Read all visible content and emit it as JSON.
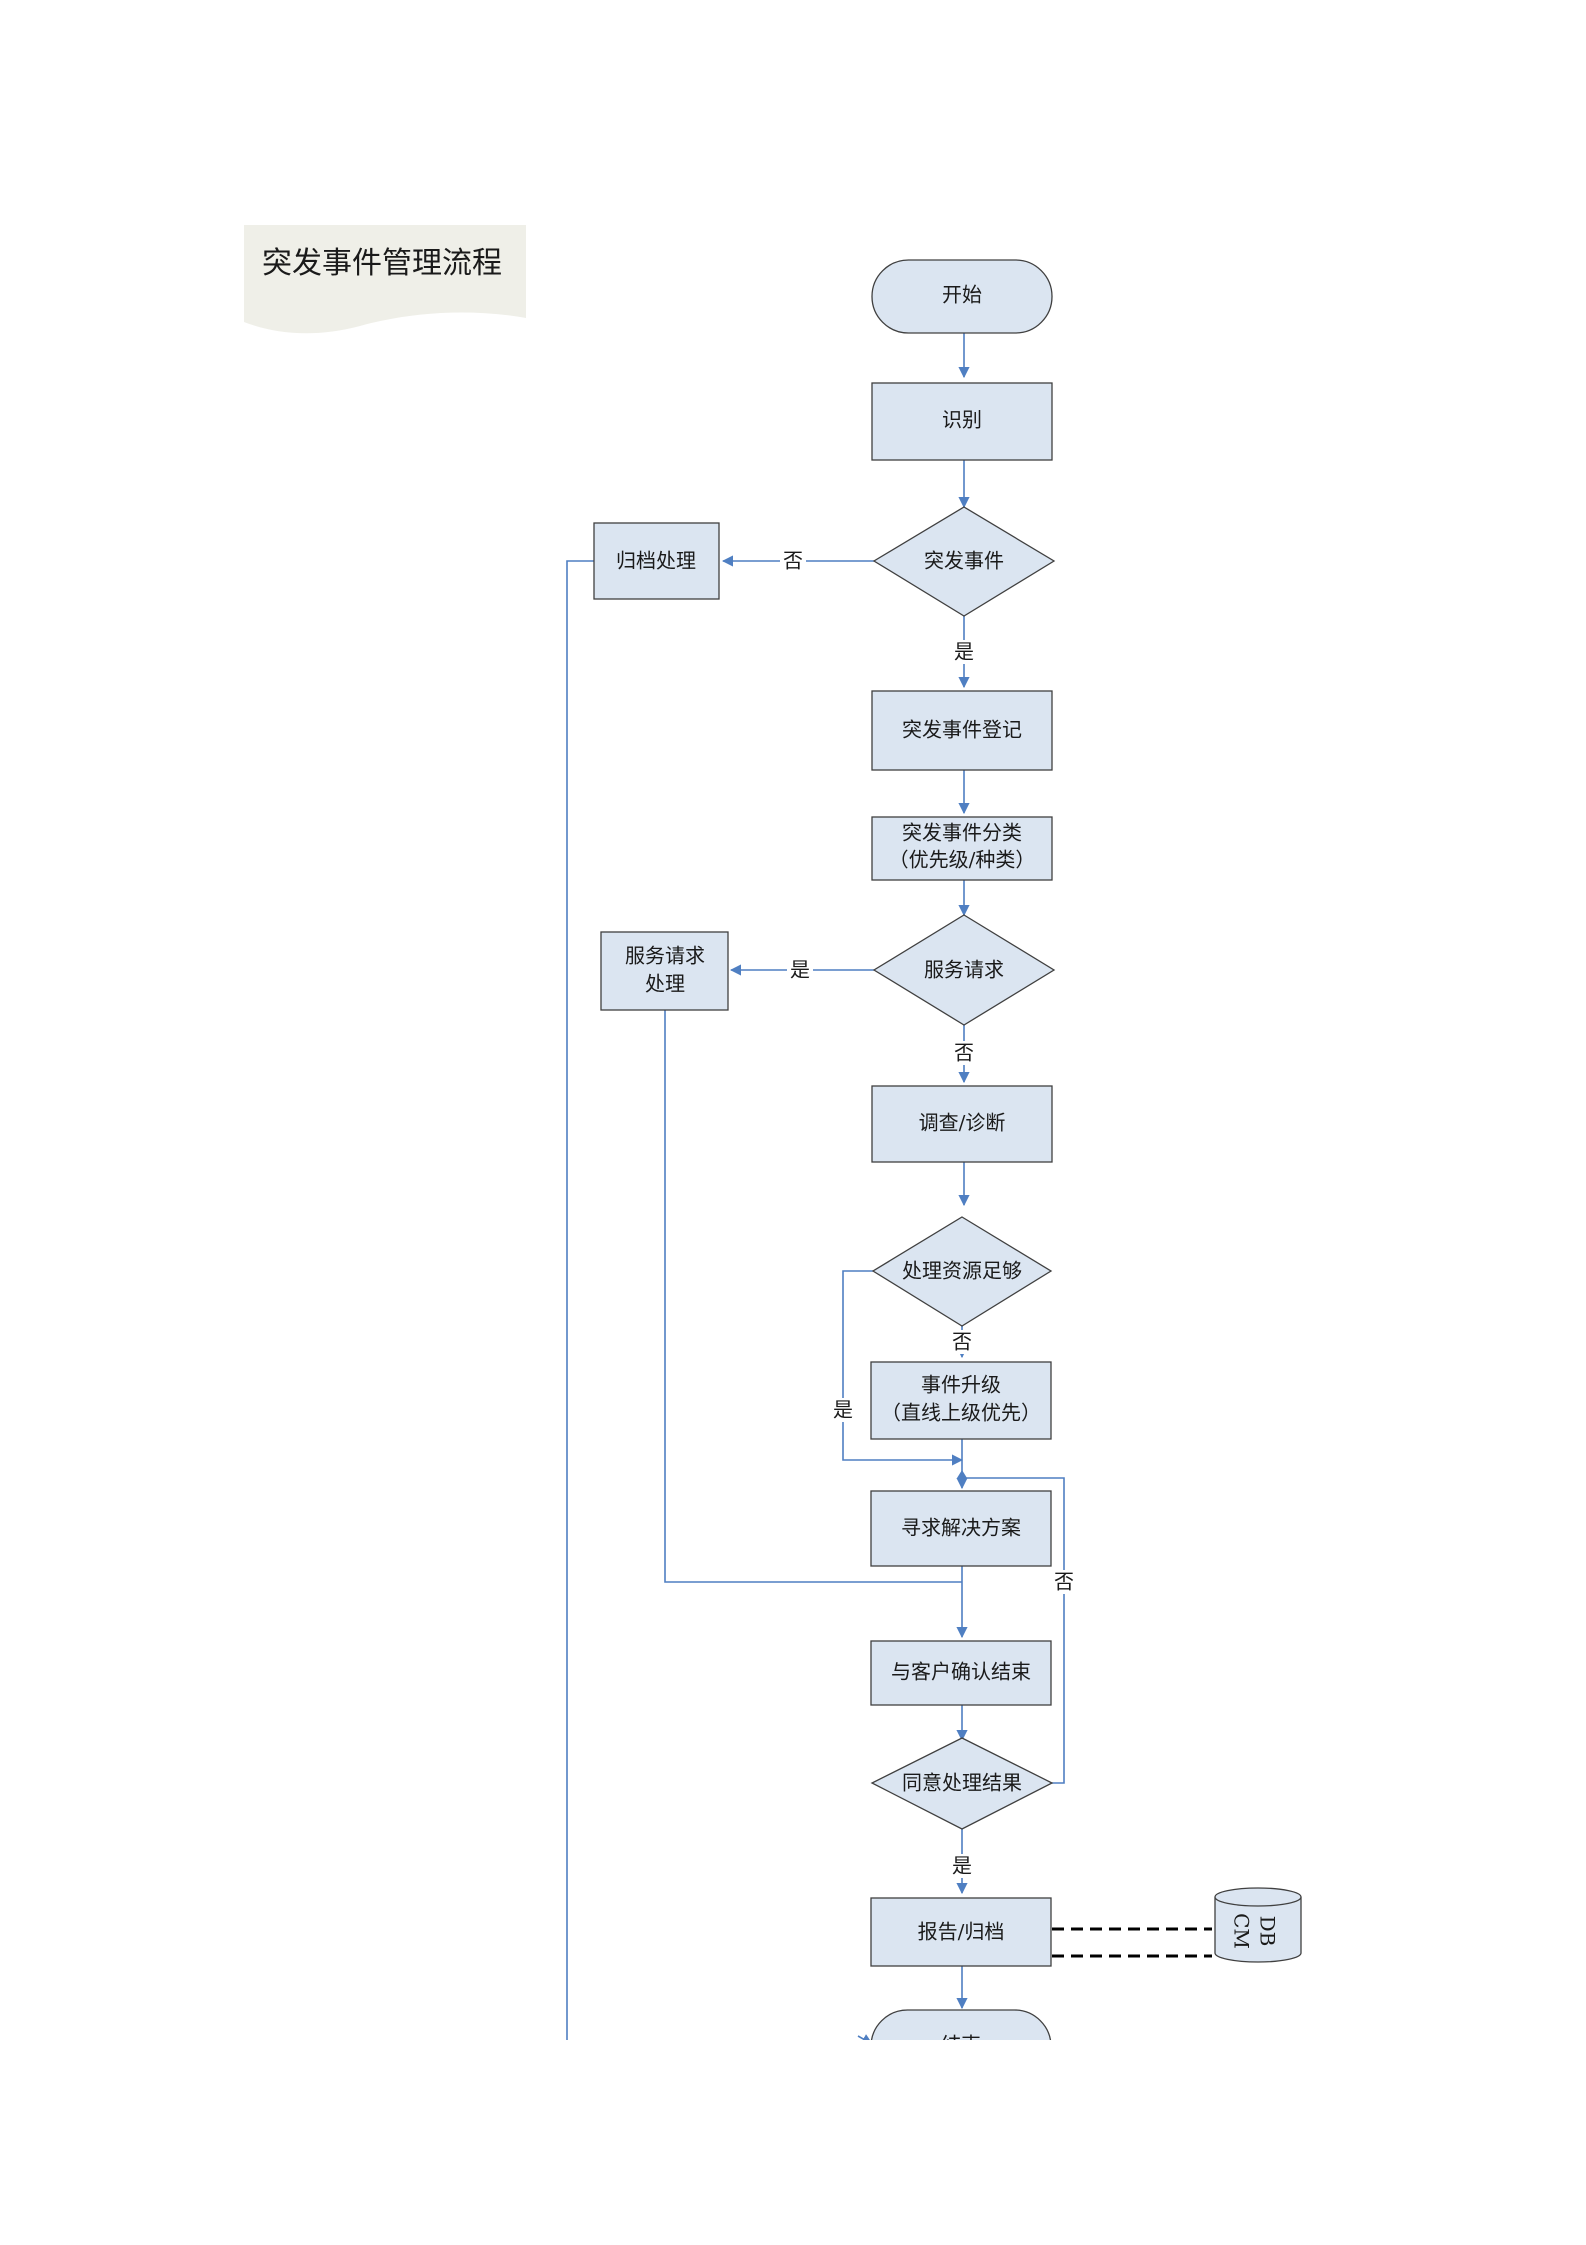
{
  "title": "突发事件管理流程",
  "colors": {
    "node_fill": "#dbe5f1",
    "node_border": "#404040",
    "connector": "#4f7fc2",
    "title_banner": "#efefe8"
  },
  "nodes": {
    "start": "开始",
    "identify": "识别",
    "is_incident": "突发事件",
    "archive_handling": "归档处理",
    "register": "突发事件登记",
    "classify": [
      "突发事件分类",
      "（优先级/种类）"
    ],
    "is_service_request": "服务请求",
    "service_request_handling": [
      "服务请求",
      "处理"
    ],
    "investigate": "调查/诊断",
    "resources_sufficient": "处理资源足够",
    "escalate": [
      "事件升级",
      "（直线上级优先）"
    ],
    "seek_solution": "寻求解决方案",
    "confirm_with_customer": "与客户确认结束",
    "agree_result": "同意处理结果",
    "report_archive": "报告/归档",
    "cmdb": [
      "CM",
      "DB"
    ],
    "end": "结束"
  },
  "edge_labels": {
    "not_incident": "否",
    "is_incident_yes": "是",
    "service_yes": "是",
    "service_no": "否",
    "resources_no": "否",
    "resources_yes": "是",
    "agree_no": "否",
    "agree_yes": "是"
  }
}
